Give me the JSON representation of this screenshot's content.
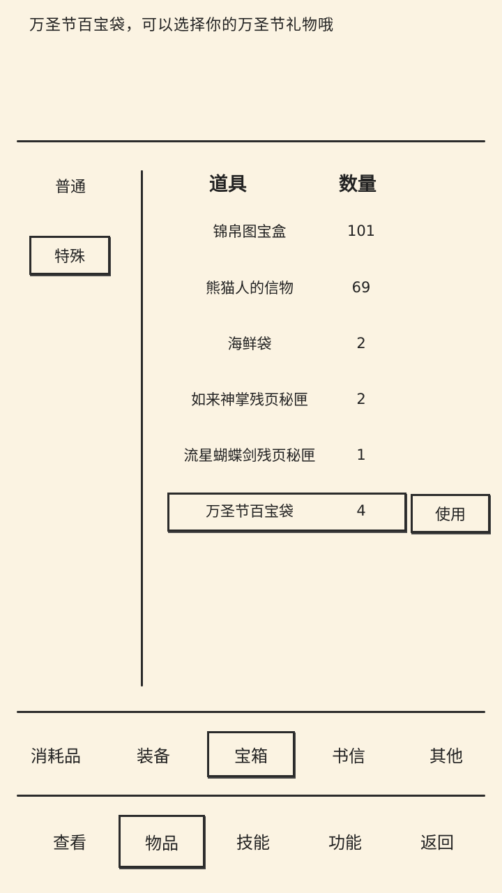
{
  "description": "万圣节百宝袋，可以选择你的万圣节礼物哦",
  "categories": {
    "normal": "普通",
    "special": "特殊"
  },
  "table": {
    "col_item": "道具",
    "col_qty": "数量",
    "rows": [
      {
        "name": "锦帛图宝盒",
        "qty": "101"
      },
      {
        "name": "熊猫人的信物",
        "qty": "69"
      },
      {
        "name": "海鲜袋",
        "qty": "2"
      },
      {
        "name": "如来神掌残页秘匣",
        "qty": "2"
      },
      {
        "name": "流星蝴蝶剑残页秘匣",
        "qty": "1"
      },
      {
        "name": "万圣节百宝袋",
        "qty": "4"
      }
    ],
    "selected_index": 5
  },
  "use_button": "使用",
  "tabs": [
    "消耗品",
    "装备",
    "宝箱",
    "书信",
    "其他"
  ],
  "selected_tab": "宝箱",
  "nav": [
    "查看",
    "物品",
    "技能",
    "功能",
    "返回"
  ],
  "selected_nav": "物品",
  "colors": {
    "background": "#fbf3e2",
    "ink": "#2b2b2b"
  }
}
